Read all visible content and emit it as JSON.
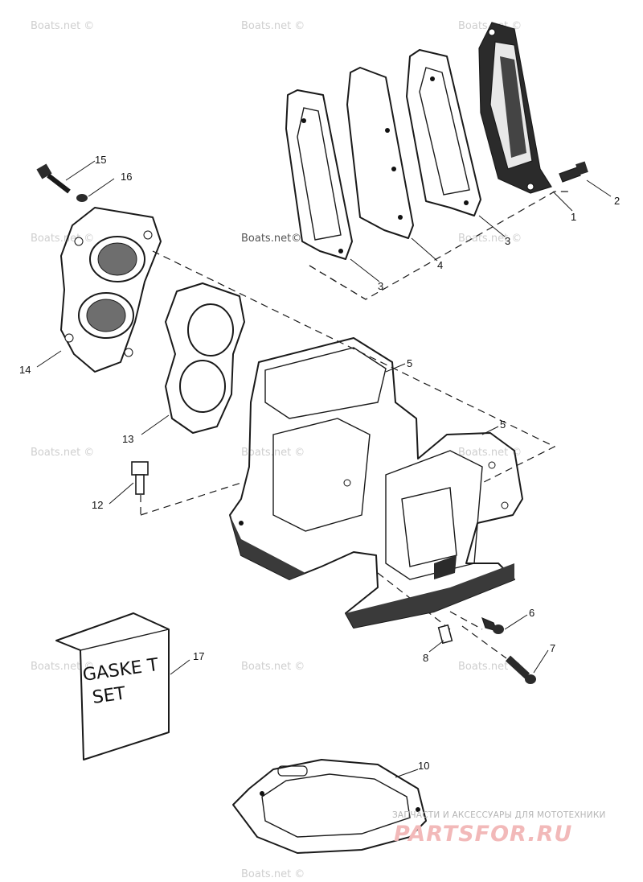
{
  "watermarks": [
    "Boats.net ©",
    "Boats.net ©",
    "Boats.net ©",
    "Boats.net ©",
    "Boats.net ©",
    "Boats.net ©",
    "Boats.net ©",
    "Boats.net ©",
    "Boats.net ©",
    "Boats.net ©",
    "Boats.net ©",
    "Boats.net ©"
  ],
  "watermark_dark": "Boats.net©",
  "callouts": {
    "c1": "1",
    "c2": "2",
    "c3a": "3",
    "c3b": "3",
    "c4": "4",
    "c5a": "5",
    "c5b": "5",
    "c6": "6",
    "c7": "7",
    "c8": "8",
    "c10": "10",
    "c12": "12",
    "c13": "13",
    "c14": "14",
    "c15": "15",
    "c16": "16",
    "c17": "17"
  },
  "gasket_box": {
    "line1": "GASKE T",
    "line2": "SET"
  },
  "branding": {
    "tagline": "ЗАПЧАСТИ И АКСЕССУАРЫ ДЛЯ МОТОТЕХНИКИ",
    "logo_text": "PARTSFOR.RU",
    "logo_color": "#f2b9b9"
  }
}
